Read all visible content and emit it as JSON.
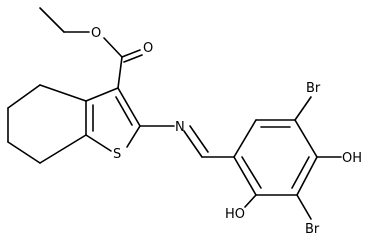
{
  "molecule": {
    "atoms": {
      "ester_oxygen": "O",
      "carbonyl_oxygen": "O",
      "sulfur": "S",
      "imine_nitrogen": "N",
      "bromo_top": "Br",
      "hydroxy_right": "OH",
      "hydroxy_bottom": "HO",
      "bromo_bottom": "Br"
    }
  },
  "colors": {
    "bond": "#000000",
    "label": "#000000",
    "background": "#ffffff"
  }
}
